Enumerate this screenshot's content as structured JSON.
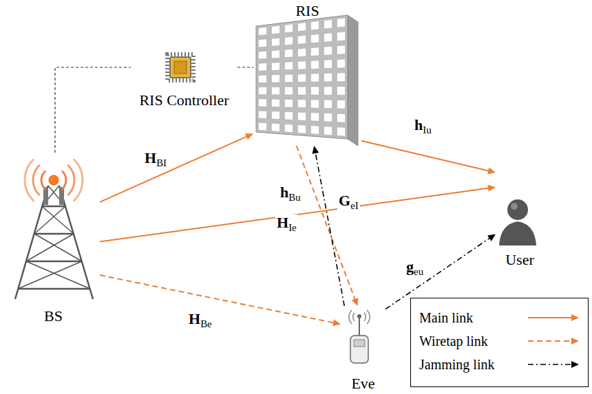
{
  "diagram": {
    "nodes": [
      {
        "text": [
          "RIS"
        ]
      },
      {
        "text": [
          "RIS Controller"
        ]
      },
      {
        "text": [
          "BS"
        ]
      },
      {
        "text": [
          "User"
        ]
      },
      {
        "text": [
          "Eve"
        ]
      }
    ],
    "edges": [
      {
        "from": 2,
        "to": 0,
        "arrow": "to",
        "label": "HBI"
      },
      {
        "from": 2,
        "to": 3,
        "arrow": "to",
        "label": "hBu"
      },
      {
        "from": 0,
        "to": 3,
        "arrow": "to",
        "label": "hIu"
      },
      {
        "from": 2,
        "to": 4,
        "arrow": "to",
        "label": "HBe"
      },
      {
        "from": 0,
        "to": 4,
        "arrow": "to",
        "label": "HIe"
      },
      {
        "from": 4,
        "to": 0,
        "arrow": "to",
        "label": "GeI"
      },
      {
        "from": 4,
        "to": 3,
        "arrow": "to",
        "label": "geu"
      },
      {
        "from": 2,
        "to": 1,
        "arrow": "none"
      },
      {
        "from": 1,
        "to": 0,
        "arrow": "none"
      }
    ],
    "legend": [
      {
        "text": "Main link"
      },
      {
        "text": "Wiretap link"
      },
      {
        "text": "Jamming link"
      }
    ]
  }
}
